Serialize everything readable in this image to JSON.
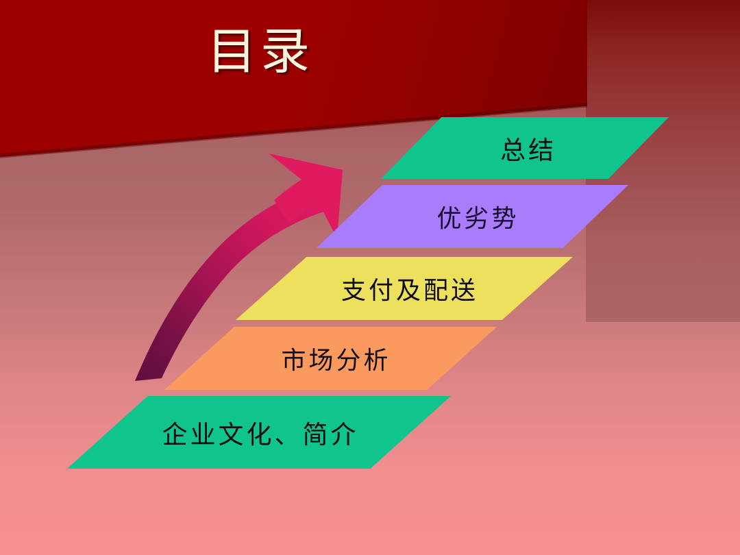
{
  "slide": {
    "title": "目录",
    "background": {
      "wall_color": "#9c0100",
      "floor_top_color": "#a8656b",
      "floor_bottom_color": "#f79092"
    },
    "arrow": {
      "name": "curved-growth-arrow",
      "tail_color": "#6b1140",
      "head_color": "#e01a5f",
      "direction": "up-right"
    },
    "agenda_items": [
      {
        "label": "总结",
        "color": "#10c48d",
        "text_color": "#0d0d14"
      },
      {
        "label": "优劣势",
        "color": "#a97cfc",
        "text_color": "#1a0c33"
      },
      {
        "label": "支付及配送",
        "color": "#ede05c",
        "text_color": "#0d0d0d"
      },
      {
        "label": "市场分析",
        "color": "#fb9a5e",
        "text_color": "#140d0d"
      },
      {
        "label": "企业文化、简介",
        "color": "#10c48d",
        "text_color": "#0d0d14"
      }
    ]
  }
}
